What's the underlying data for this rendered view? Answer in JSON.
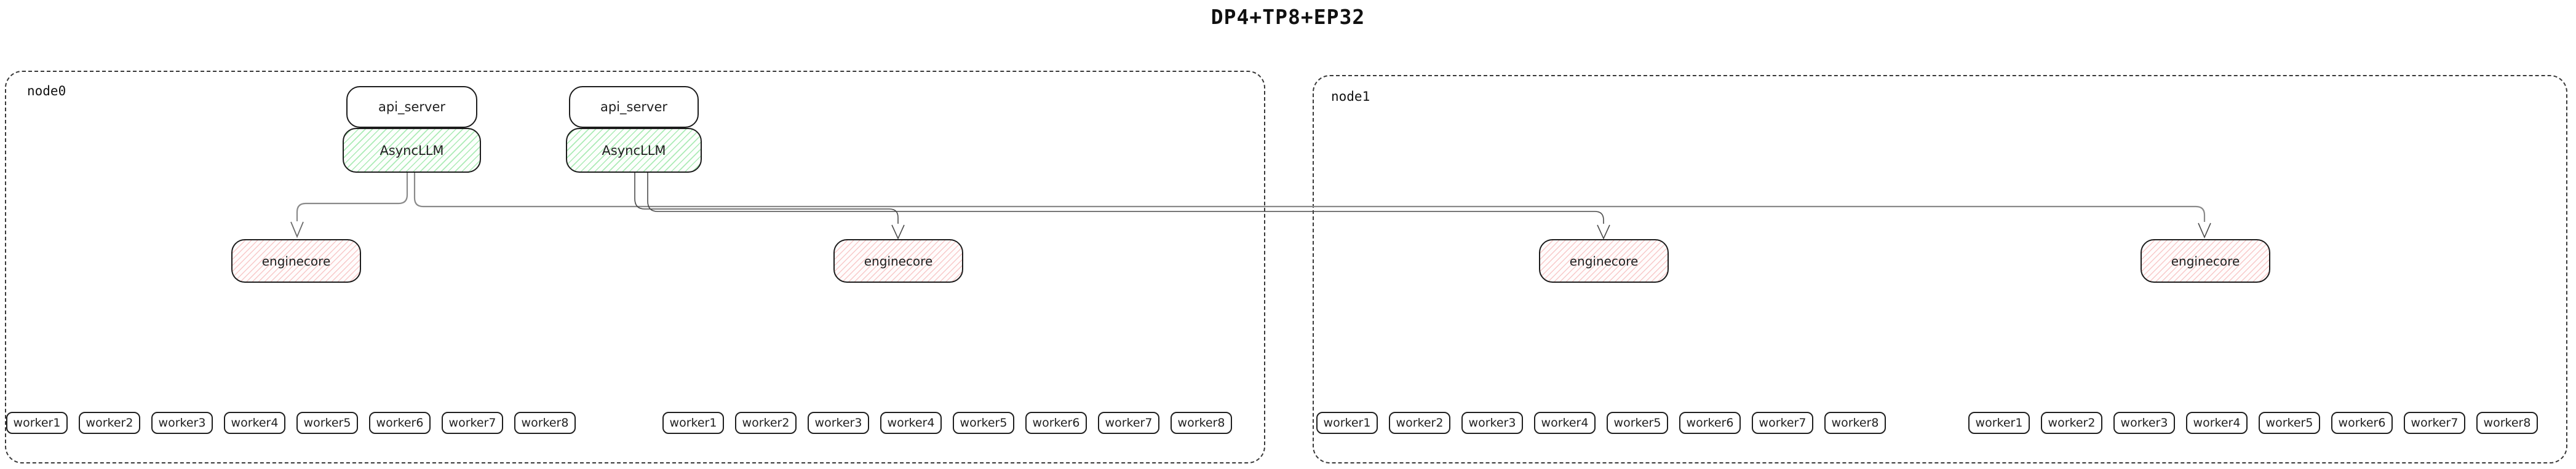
{
  "title": "DP4+TP8+EP32",
  "node0": {
    "label": "node0",
    "api_server_1": "api_server",
    "asyncllm_1": "AsyncLLM",
    "api_server_2": "api_server",
    "asyncllm_2": "AsyncLLM",
    "enginecore_1": "enginecore",
    "enginecore_2": "enginecore",
    "workers_a": [
      "worker1",
      "worker2",
      "worker3",
      "worker4",
      "worker5",
      "worker6",
      "worker7",
      "worker8"
    ],
    "workers_b": [
      "worker1",
      "worker2",
      "worker3",
      "worker4",
      "worker5",
      "worker6",
      "worker7",
      "worker8"
    ]
  },
  "node1": {
    "label": "node1",
    "enginecore_1": "enginecore",
    "enginecore_2": "enginecore",
    "workers_a": [
      "worker1",
      "worker2",
      "worker3",
      "worker4",
      "worker5",
      "worker6",
      "worker7",
      "worker8"
    ],
    "workers_b": [
      "worker1",
      "worker2",
      "worker3",
      "worker4",
      "worker5",
      "worker6",
      "worker7",
      "worker8"
    ]
  },
  "connections": [
    {
      "from": "node0.AsyncLLM_1",
      "to": "node0.enginecore_1"
    },
    {
      "from": "node0.AsyncLLM_1",
      "to": "node1.enginecore_2"
    },
    {
      "from": "node0.AsyncLLM_2",
      "to": "node0.enginecore_2"
    },
    {
      "from": "node0.AsyncLLM_2",
      "to": "node1.enginecore_1"
    }
  ],
  "colors": {
    "green_hatch": "#69db7c",
    "pink_hatch": "#f08a8a",
    "line_gray": "#8a8a8a",
    "line_dark": "#4a4a4a",
    "box_border": "#1c1c1c",
    "node_border_dash": "#383838"
  }
}
